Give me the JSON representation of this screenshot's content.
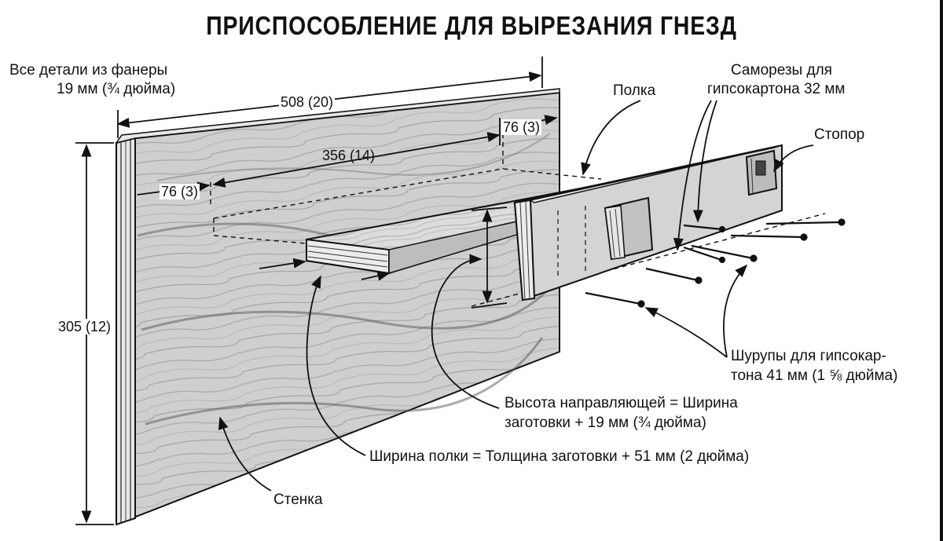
{
  "title": "ПРИСПОСОБЛЕНИЕ ДЛЯ ВЫРЕЗАНИЯ ГНЕЗД",
  "labels": {
    "material_line1": "Все детали из фанеры",
    "material_line2": "19 мм (¾ дюйма)",
    "shelf": "Полка",
    "screws_line1": "Саморезы для",
    "screws_line2": "гипсокартона 32 мм",
    "stop": "Стопор",
    "drywall_screws_line1": "Шурупы для гипсокар-",
    "drywall_screws_line2": "тона 41 мм (1 ⅝ дюйма)",
    "fence_height_line1": "Высота направляющей = Ширина",
    "fence_height_line2": "заготовки + 19 мм (¾ дюйма)",
    "shelf_width": "Ширина полки = Толщина заготовки + 51 мм (2 дюйма)",
    "wall": "Стенка"
  },
  "dimensions": {
    "width_total": "508 (20)",
    "shelf_length": "356 (14)",
    "offset_right": "76 (3)",
    "offset_left": "76 (3)",
    "height": "305 (12)"
  },
  "colors": {
    "ink": "#111111",
    "wood": "#c9c9c9",
    "wood_dark": "#9a9a9a",
    "paper": "#ffffff"
  }
}
